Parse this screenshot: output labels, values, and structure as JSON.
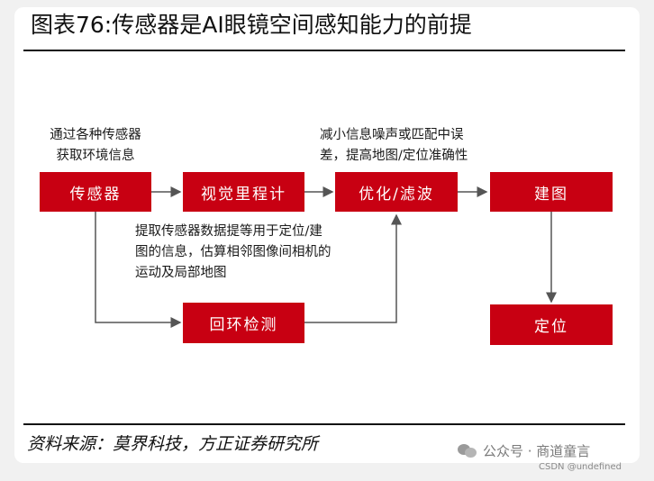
{
  "title": "图表76:传感器是AI眼镜空间感知能力的前提",
  "diagram": {
    "nodes": {
      "sensor": "传感器",
      "visual_odometry": "视觉里程计",
      "optimization": "优化/滤波",
      "mapping": "建图",
      "loop_closure": "回环检测",
      "localization": "定位"
    },
    "notes": {
      "sensor_note": [
        "通过各种传感器",
        "获取环境信息"
      ],
      "optimization_note": [
        "减小信息噪声或匹配中误",
        "差，提高地图/定位准确性"
      ],
      "extract_note": [
        "提取传感器数据提等用于定位/建",
        "图的信息，估算相邻图像间相机的",
        "运动及局部地图"
      ]
    },
    "edges": [
      [
        "传感器",
        "视觉里程计"
      ],
      [
        "视觉里程计",
        "优化/滤波"
      ],
      [
        "优化/滤波",
        "建图"
      ],
      [
        "建图",
        "定位"
      ],
      [
        "传感器",
        "回环检测"
      ],
      [
        "回环检测",
        "优化/滤波"
      ]
    ]
  },
  "footer": {
    "source": "资料来源：莫界科技，方正证券研究所",
    "watermark": "公众号 · 商道童言",
    "watermark_small": "CSDN @undefined"
  },
  "colors": {
    "box_fill": "#c80012",
    "box_text": "#ffffff",
    "arrow": "#555555"
  }
}
